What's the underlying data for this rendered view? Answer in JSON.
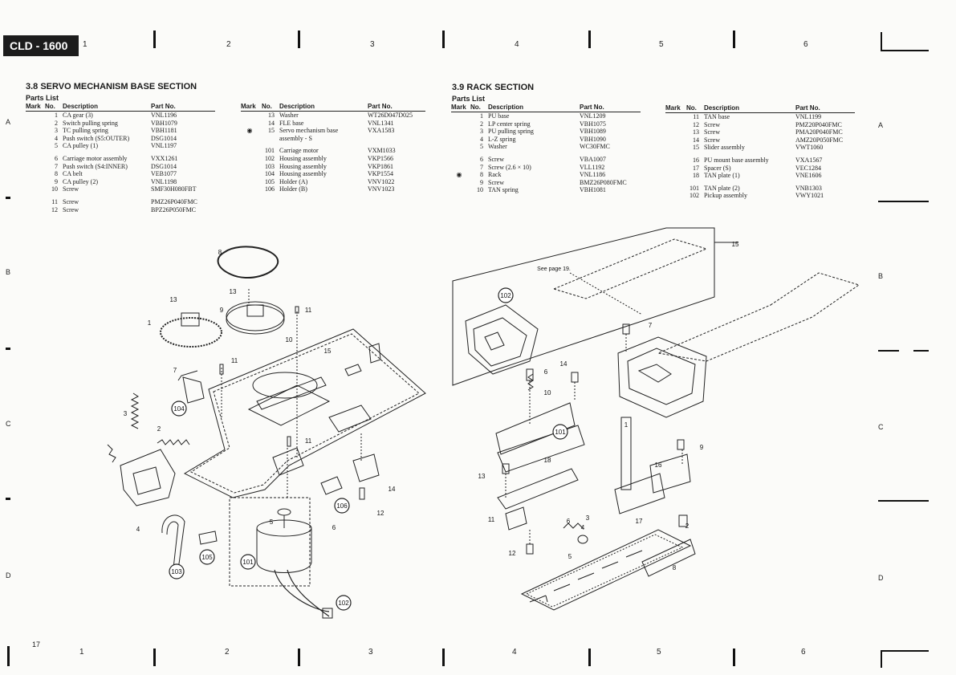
{
  "header": {
    "model": "CLD - 1600"
  },
  "columns": [
    "1",
    "2",
    "3",
    "4",
    "5",
    "6"
  ],
  "rows": [
    "A",
    "B",
    "C",
    "D"
  ],
  "page_number": "17",
  "servo": {
    "title": "3.8 SERVO MECHANISM BASE SECTION",
    "parts_list_label": "Parts List",
    "headers": {
      "mark": "Mark",
      "no": "No.",
      "desc": "Description",
      "part": "Part No."
    },
    "left_rows": [
      {
        "mark": "",
        "no": "1",
        "desc": "CA gear (3)",
        "part": "VNL1196"
      },
      {
        "mark": "",
        "no": "2",
        "desc": "Switch pulling spring",
        "part": "VBH1079"
      },
      {
        "mark": "",
        "no": "3",
        "desc": "TC pulling spring",
        "part": "VBH1181"
      },
      {
        "mark": "",
        "no": "4",
        "desc": "Push switch (S5:OUTER)",
        "part": "DSG1014"
      },
      {
        "mark": "",
        "no": "5",
        "desc": "CA pulley (1)",
        "part": "VNL1197"
      },
      {
        "gap": true
      },
      {
        "mark": "",
        "no": "6",
        "desc": "Carriage motor assembly",
        "part": "VXX1261"
      },
      {
        "mark": "",
        "no": "7",
        "desc": "Push switch (S4:INNER)",
        "part": "DSG1014"
      },
      {
        "mark": "",
        "no": "8",
        "desc": "CA belt",
        "part": "VEB1077"
      },
      {
        "mark": "",
        "no": "9",
        "desc": "CA pulley (2)",
        "part": "VNL1198"
      },
      {
        "mark": "",
        "no": "10",
        "desc": "Screw",
        "part": "SMF30H080FBT"
      },
      {
        "gap": true
      },
      {
        "mark": "",
        "no": "11",
        "desc": "Screw",
        "part": "PMZ26P040FMC"
      },
      {
        "mark": "",
        "no": "12",
        "desc": "Screw",
        "part": "BPZ26P050FMC"
      }
    ],
    "right_rows": [
      {
        "mark": "",
        "no": "13",
        "desc": "Washer",
        "part": "WT26D047D025"
      },
      {
        "mark": "",
        "no": "14",
        "desc": "FLE base",
        "part": "VNL1341"
      },
      {
        "mark": "◉",
        "no": "15",
        "desc": "Servo mechanism base",
        "part": "VXA1583"
      },
      {
        "mark": "",
        "no": "",
        "desc": "assembly - S",
        "part": ""
      },
      {
        "gap": true
      },
      {
        "mark": "",
        "no": "101",
        "desc": "Carriage motor",
        "part": "VXM1033"
      },
      {
        "mark": "",
        "no": "102",
        "desc": "Housing assembly",
        "part": "VKP1566"
      },
      {
        "mark": "",
        "no": "103",
        "desc": "Housing assembly",
        "part": "VKP1861"
      },
      {
        "mark": "",
        "no": "104",
        "desc": "Housing assembly",
        "part": "VKP1554"
      },
      {
        "mark": "",
        "no": "105",
        "desc": "Holder (A)",
        "part": "VNV1022"
      },
      {
        "mark": "",
        "no": "106",
        "desc": "Holder (B)",
        "part": "VNV1023"
      }
    ],
    "callouts": [
      "1",
      "2",
      "3",
      "4",
      "5",
      "6",
      "7",
      "8",
      "9",
      "10",
      "11",
      "11",
      "11",
      "12",
      "13",
      "13",
      "14",
      "15",
      "101",
      "102",
      "103",
      "104",
      "105",
      "106"
    ]
  },
  "rack": {
    "title": "3.9 RACK SECTION",
    "parts_list_label": "Parts List",
    "headers": {
      "mark": "Mark",
      "no": "No.",
      "desc": "Description",
      "part": "Part No."
    },
    "left_rows": [
      {
        "mark": "",
        "no": "1",
        "desc": "PU base",
        "part": "VNL1209"
      },
      {
        "mark": "",
        "no": "2",
        "desc": "LP center spring",
        "part": "VBH1075"
      },
      {
        "mark": "",
        "no": "3",
        "desc": "PU pulling spring",
        "part": "VBH1089"
      },
      {
        "mark": "",
        "no": "4",
        "desc": "L-Z spring",
        "part": "VBH1090"
      },
      {
        "mark": "",
        "no": "5",
        "desc": "Washer",
        "part": "WC30FMC"
      },
      {
        "gap": true
      },
      {
        "mark": "",
        "no": "6",
        "desc": "Screw",
        "part": "VBA1007"
      },
      {
        "mark": "",
        "no": "7",
        "desc": "Screw (2.6 × 10)",
        "part": "VLL1192"
      },
      {
        "mark": "◉",
        "no": "8",
        "desc": "Rack",
        "part": "VNL1186"
      },
      {
        "mark": "",
        "no": "9",
        "desc": "Screw",
        "part": "BMZ26P080FMC"
      },
      {
        "mark": "",
        "no": "10",
        "desc": "TAN spring",
        "part": "VBH1081"
      }
    ],
    "right_rows": [
      {
        "mark": "",
        "no": "11",
        "desc": "TAN base",
        "part": "VNL1199"
      },
      {
        "mark": "",
        "no": "12",
        "desc": "Screw",
        "part": "PMZ20P040FMC"
      },
      {
        "mark": "",
        "no": "13",
        "desc": "Screw",
        "part": "PMA20P040FMC"
      },
      {
        "mark": "",
        "no": "14",
        "desc": "Screw",
        "part": "AMZ20P050FMC"
      },
      {
        "mark": "",
        "no": "15",
        "desc": "Slider assembly",
        "part": "VWT1060"
      },
      {
        "gap": true
      },
      {
        "mark": "",
        "no": "16",
        "desc": "PU mount base assembly",
        "part": "VXA1567"
      },
      {
        "mark": "",
        "no": "17",
        "desc": "Spacer (S)",
        "part": "VEC1284"
      },
      {
        "mark": "",
        "no": "18",
        "desc": "TAN plate (1)",
        "part": "VNE1606"
      },
      {
        "gap": true
      },
      {
        "mark": "",
        "no": "101",
        "desc": "TAN plate (2)",
        "part": "VNB1303"
      },
      {
        "mark": "",
        "no": "102",
        "desc": "Pickup assembly",
        "part": "VWY1021"
      }
    ],
    "see_page": "See page 19.",
    "callouts": [
      "1",
      "2",
      "3",
      "4",
      "5",
      "6",
      "6",
      "7",
      "8",
      "9",
      "10",
      "11",
      "12",
      "13",
      "14",
      "15",
      "16",
      "17",
      "18",
      "101",
      "102"
    ]
  }
}
